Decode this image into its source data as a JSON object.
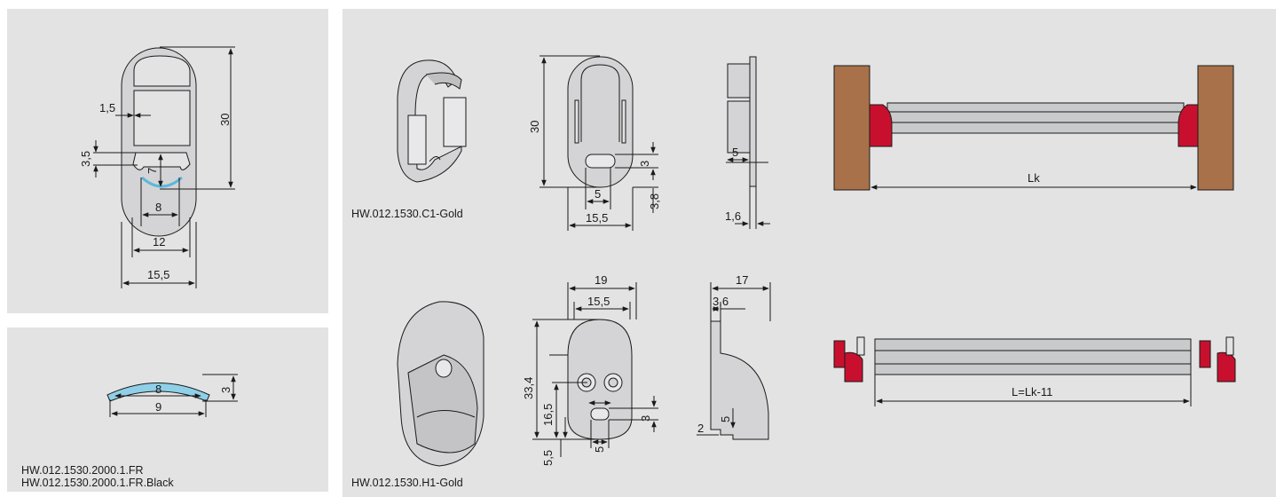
{
  "captions": {
    "cover_codes": [
      "HW.012.1530.2000.1.FR",
      "HW.012.1530.2000.1.FR.Black"
    ],
    "holder_c1": "HW.012.1530.C1-Gold",
    "holder_h1": "HW.012.1530.H1-Gold"
  },
  "profile_dims": {
    "wall": "1,5",
    "slot": "3,5",
    "depth": "7",
    "height": "30",
    "inner": "8",
    "mid": "12",
    "width": "15,5"
  },
  "cover_dims": {
    "inner": "8",
    "outer": "9",
    "height": "3"
  },
  "c1_front_dims": {
    "height": "30",
    "slot_w": "5",
    "slot_h": "3",
    "offset": "3,8",
    "width": "15,5"
  },
  "c1_side_dims": {
    "depth": "5",
    "plate": "1,6"
  },
  "h1_front_dims": {
    "outer": "19",
    "inner": "15,5",
    "height": "33,4",
    "hole_y": "16,5",
    "bottom": "5,5",
    "slot_w": "5",
    "slot_h": "3"
  },
  "h1_side_dims": {
    "depth": "17",
    "plate": "3,6",
    "step": "5",
    "base": "2"
  },
  "assembly_labels": {
    "top": "Lk",
    "bottom": "L=Lk-11"
  },
  "colors": {
    "panel": "#e3e3e4",
    "part": "#d4d4d6",
    "line": "#1a1a1a",
    "cover_blue": "#8fd0e8",
    "wood": "#a8714a",
    "red": "#c8102e",
    "rail": "#c9cacc"
  }
}
